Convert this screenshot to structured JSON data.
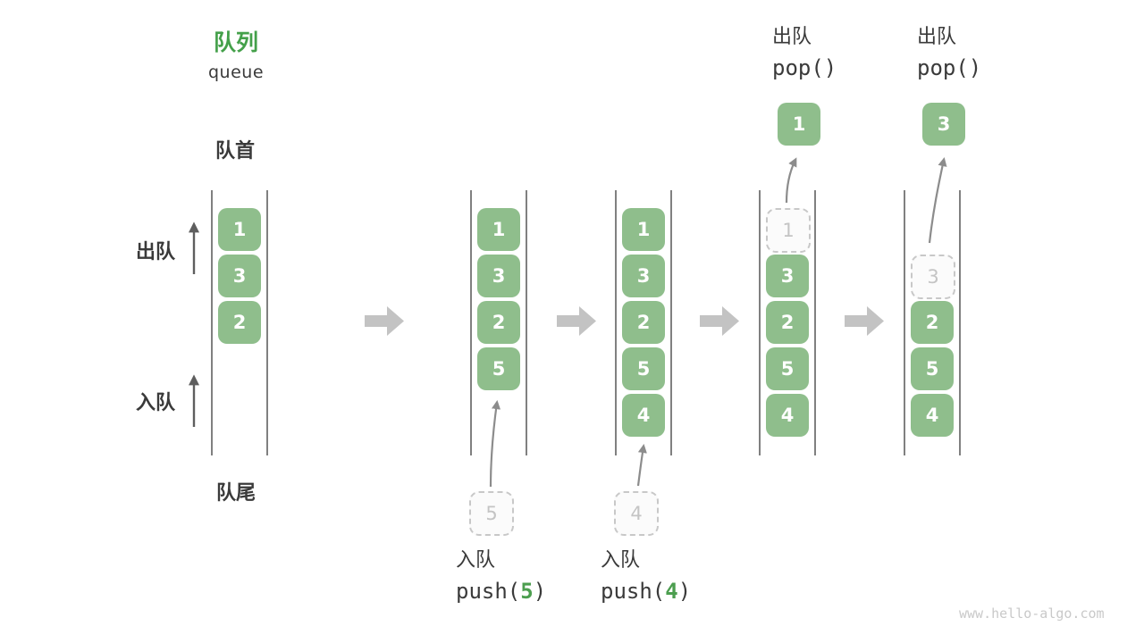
{
  "palette": {
    "box_green": "#8FBE8C",
    "title_green": "#44A04A",
    "arg_green": "#4C9E4F",
    "dark_text": "#3A3A3A",
    "line_color": "#565656",
    "flow_gray": "#C3C3C3",
    "curve_arrow": "#8C8C8C",
    "straight_arrow": "#5E5E5E",
    "dashed_border": "#C8C8C8",
    "dashed_text": "#C4C4C4",
    "dashed_fill": "#FBFBFB",
    "watermark": "#C9C9C9"
  },
  "header": {
    "title": "队列",
    "subtitle": "queue"
  },
  "side": {
    "front_label": "队首",
    "rear_label": "队尾",
    "dequeue_label": "出队",
    "enqueue_label": "入队"
  },
  "watermark": "www.hello-algo.com",
  "diagram": {
    "columns": [
      {
        "name": "state-initial",
        "boxes": [
          {
            "row": 0,
            "value": "1",
            "style": "solid"
          },
          {
            "row": 1,
            "value": "3",
            "style": "solid"
          },
          {
            "row": 2,
            "value": "2",
            "style": "solid"
          }
        ]
      },
      {
        "name": "state-after-push-5",
        "boxes": [
          {
            "row": 0,
            "value": "1",
            "style": "solid"
          },
          {
            "row": 1,
            "value": "3",
            "style": "solid"
          },
          {
            "row": 2,
            "value": "2",
            "style": "solid"
          },
          {
            "row": 3,
            "value": "5",
            "style": "solid"
          }
        ],
        "incoming": {
          "value": "5"
        },
        "caption": {
          "label": "入队",
          "code_prefix": "push(",
          "code_arg": "5",
          "code_suffix": ")"
        }
      },
      {
        "name": "state-after-push-4",
        "boxes": [
          {
            "row": 0,
            "value": "1",
            "style": "solid"
          },
          {
            "row": 1,
            "value": "3",
            "style": "solid"
          },
          {
            "row": 2,
            "value": "2",
            "style": "solid"
          },
          {
            "row": 3,
            "value": "5",
            "style": "solid"
          },
          {
            "row": 4,
            "value": "4",
            "style": "solid"
          }
        ],
        "incoming": {
          "value": "4"
        },
        "caption": {
          "label": "入队",
          "code_prefix": "push(",
          "code_arg": "4",
          "code_suffix": ")"
        }
      },
      {
        "name": "state-after-pop-1",
        "boxes": [
          {
            "row": 0,
            "value": "1",
            "style": "dashed"
          },
          {
            "row": 1,
            "value": "3",
            "style": "solid"
          },
          {
            "row": 2,
            "value": "2",
            "style": "solid"
          },
          {
            "row": 3,
            "value": "5",
            "style": "solid"
          },
          {
            "row": 4,
            "value": "4",
            "style": "solid"
          }
        ],
        "outgoing": {
          "value": "1"
        },
        "top_caption": {
          "label": "出队",
          "code": "pop()"
        }
      },
      {
        "name": "state-after-pop-3",
        "boxes": [
          {
            "row": 1,
            "value": "3",
            "style": "dashed"
          },
          {
            "row": 2,
            "value": "2",
            "style": "solid"
          },
          {
            "row": 3,
            "value": "5",
            "style": "solid"
          },
          {
            "row": 4,
            "value": "4",
            "style": "solid"
          }
        ],
        "outgoing": {
          "value": "3"
        },
        "top_caption": {
          "label": "出队",
          "code": "pop()"
        }
      }
    ]
  }
}
